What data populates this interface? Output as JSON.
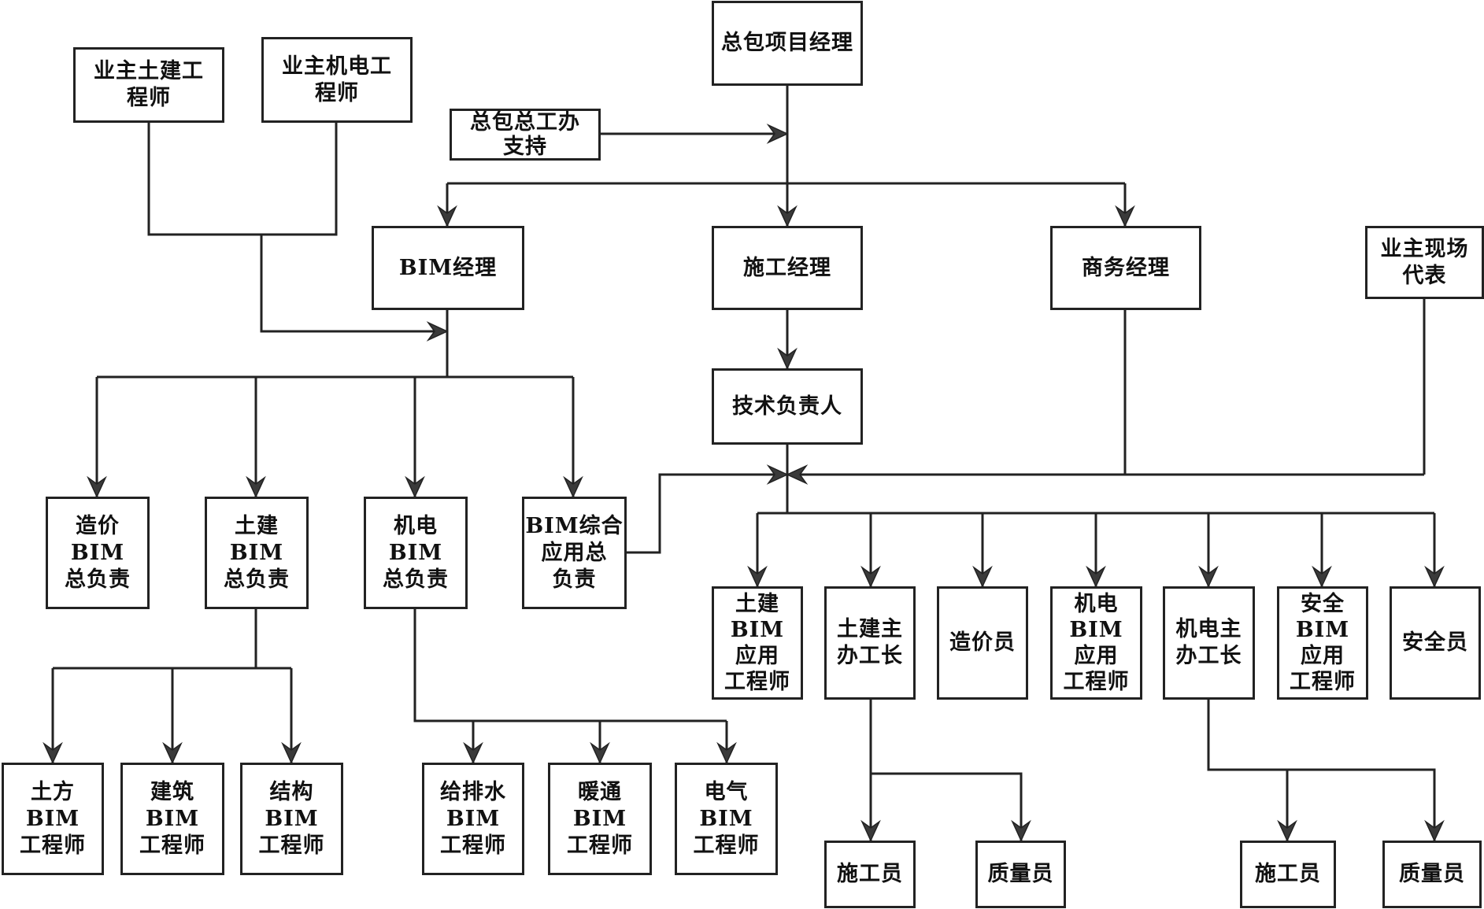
{
  "diagram": {
    "type": "organization-chart",
    "line_color": "#222222",
    "arrow_color": "#3a3a3a",
    "nodes": {
      "gc_pm": "总包项目经理",
      "owner_civil": "业主土建工\n程师",
      "owner_mep": "业主机电工\n程师",
      "gc_chief_office": "总包总工办\n支持",
      "bim_manager": "BIM经理",
      "construction_manager": "施工经理",
      "commercial_manager": "商务经理",
      "owner_site_rep": "业主现场\n代表",
      "tech_lead": "技术负责人",
      "cost_bim_lead": "造价\nBIM\n总负责",
      "civil_bim_lead": "土建\nBIM\n总负责",
      "mep_bim_lead": "机电\nBIM\n总负责",
      "bim_integration_lead": "BIM综合\n应用总\n负责",
      "earthwork_bim": "土方\nBIM\n工程师",
      "architecture_bim": "建筑\nBIM\n工程师",
      "structure_bim": "结构\nBIM\n工程师",
      "plumbing_bim": "给排水\nBIM\n工程师",
      "hvac_bim": "暖通\nBIM\n工程师",
      "electrical_bim": "电气\nBIM\n工程师",
      "civil_bim_app": "土建\nBIM\n应用\n工程师",
      "civil_foreman": "土建主\n办工长",
      "cost_clerk": "造价员",
      "mep_bim_app": "机电\nBIM\n应用\n工程师",
      "mep_foreman": "机电主\n办工长",
      "safety_bim_app": "安全\nBIM\n应用\n工程师",
      "safety_officer": "安全员",
      "civil_constructor": "施工员",
      "civil_quality": "质量员",
      "mep_constructor": "施工员",
      "mep_quality": "质量员"
    },
    "edges": [
      [
        "gc_pm",
        "bim_manager"
      ],
      [
        "gc_pm",
        "construction_manager"
      ],
      [
        "gc_pm",
        "commercial_manager"
      ],
      [
        "gc_chief_office",
        "gc_pm_line"
      ],
      [
        "owner_civil",
        "bim_manager_line"
      ],
      [
        "owner_mep",
        "bim_manager_line"
      ],
      [
        "bim_manager",
        "cost_bim_lead"
      ],
      [
        "bim_manager",
        "civil_bim_lead"
      ],
      [
        "bim_manager",
        "mep_bim_lead"
      ],
      [
        "bim_manager",
        "bim_integration_lead"
      ],
      [
        "construction_manager",
        "tech_lead"
      ],
      [
        "bim_integration_lead",
        "tech_lead_line"
      ],
      [
        "commercial_manager",
        "tech_lead_line"
      ],
      [
        "owner_site_rep",
        "tech_lead_line"
      ],
      [
        "tech_lead",
        "civil_bim_app"
      ],
      [
        "tech_lead",
        "civil_foreman"
      ],
      [
        "tech_lead",
        "cost_clerk"
      ],
      [
        "tech_lead",
        "mep_bim_app"
      ],
      [
        "tech_lead",
        "mep_foreman"
      ],
      [
        "tech_lead",
        "safety_bim_app"
      ],
      [
        "tech_lead",
        "safety_officer"
      ],
      [
        "civil_bim_lead",
        "earthwork_bim"
      ],
      [
        "civil_bim_lead",
        "architecture_bim"
      ],
      [
        "civil_bim_lead",
        "structure_bim"
      ],
      [
        "mep_bim_lead",
        "plumbing_bim"
      ],
      [
        "mep_bim_lead",
        "hvac_bim"
      ],
      [
        "mep_bim_lead",
        "electrical_bim"
      ],
      [
        "civil_foreman",
        "civil_constructor"
      ],
      [
        "civil_foreman",
        "civil_quality"
      ],
      [
        "mep_foreman",
        "mep_constructor"
      ],
      [
        "mep_foreman",
        "mep_quality"
      ]
    ]
  }
}
